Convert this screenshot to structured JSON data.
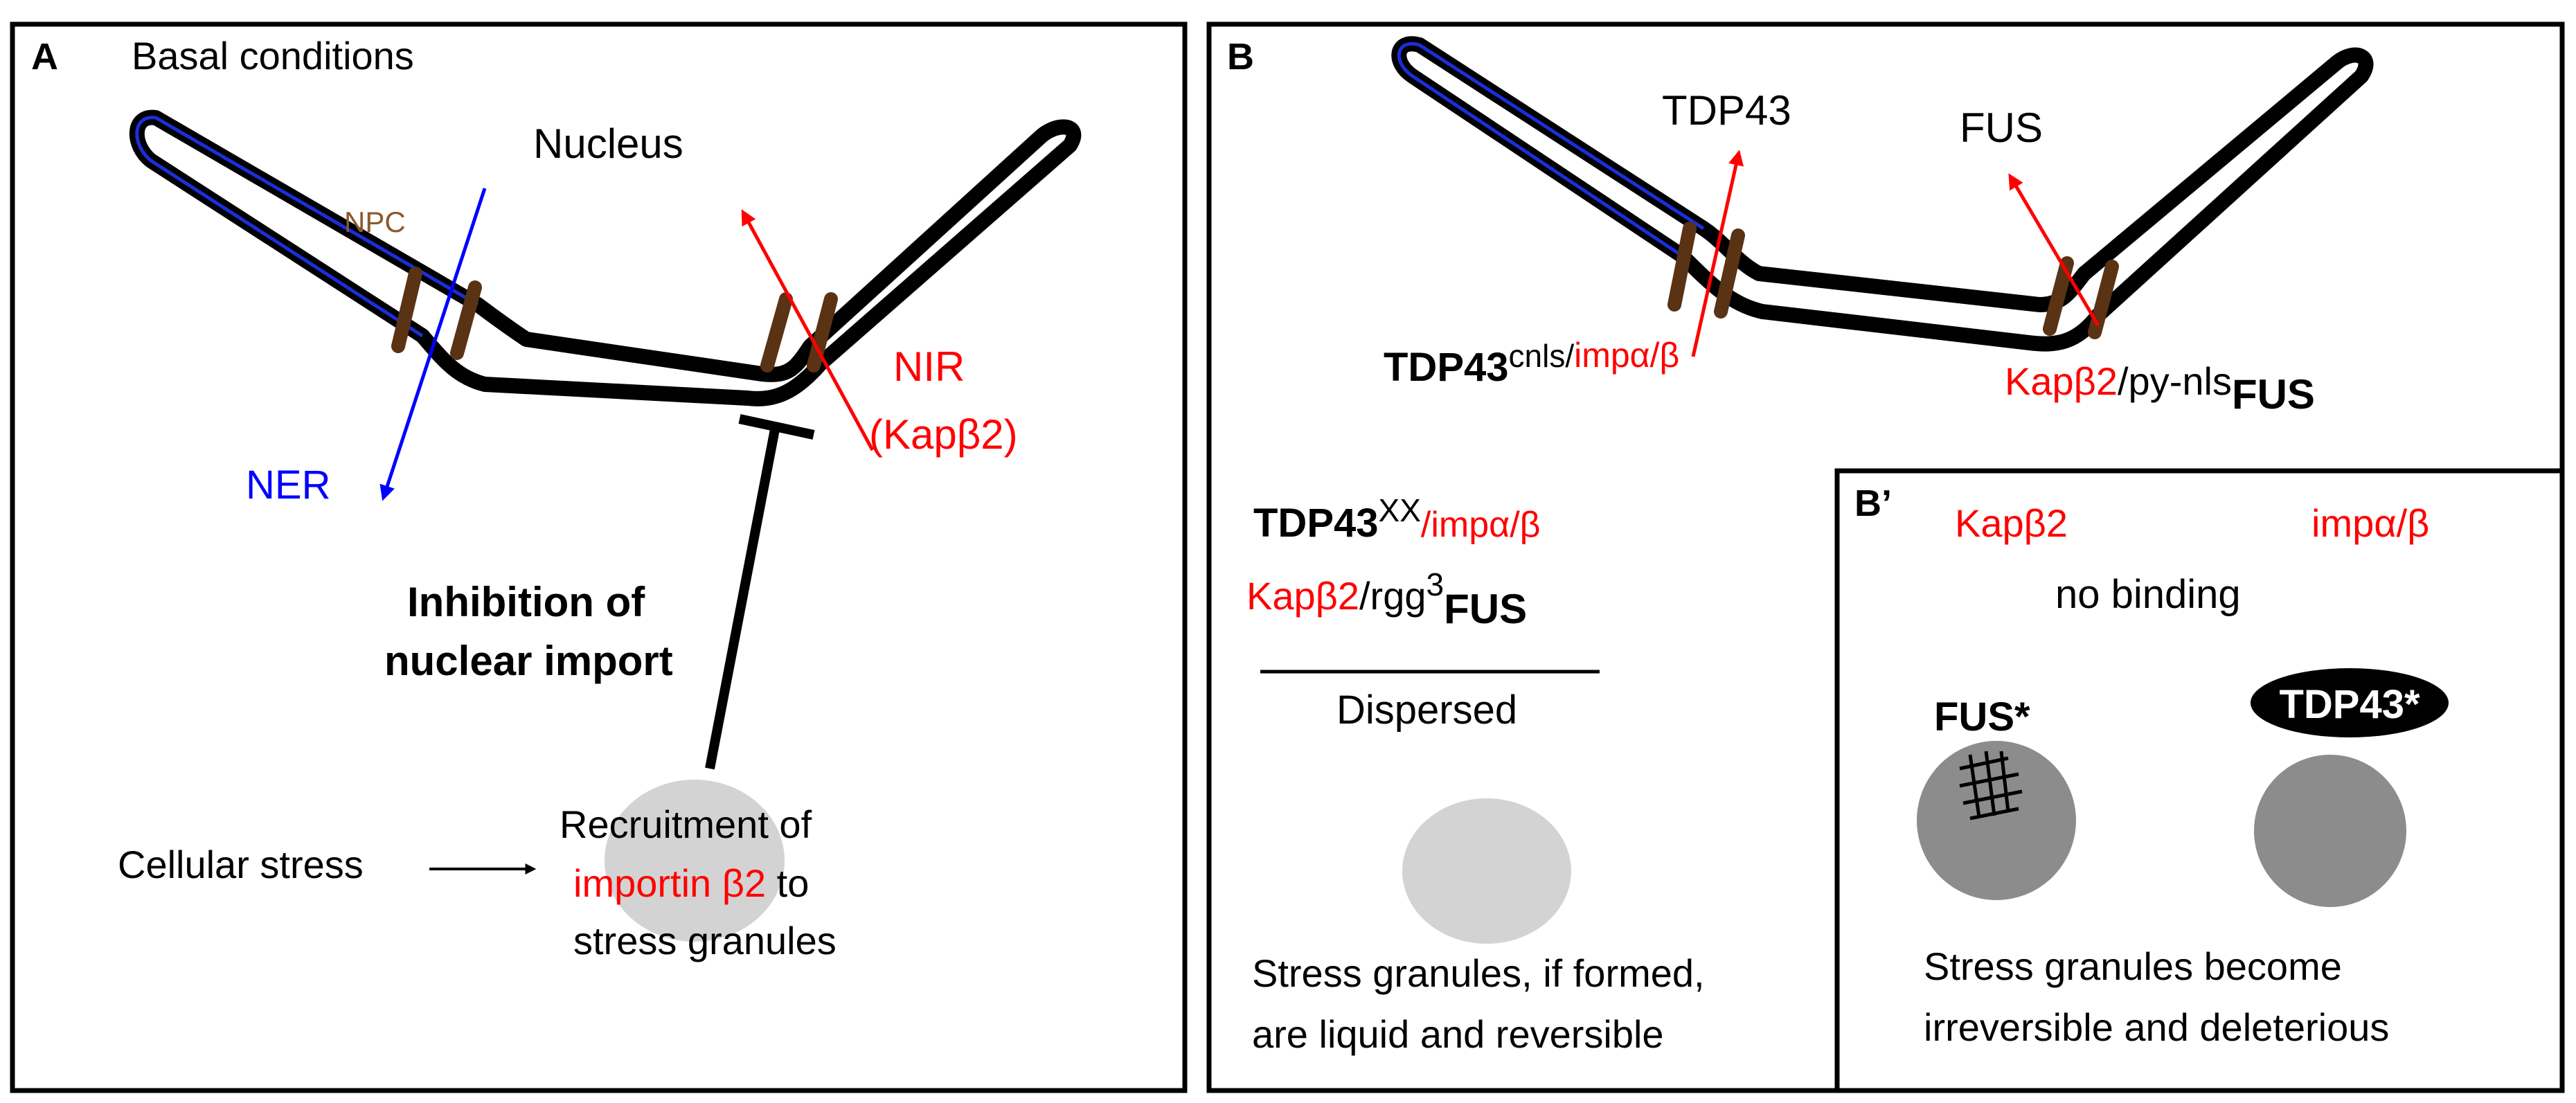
{
  "colors": {
    "black": "#000000",
    "red": "#ff0000",
    "blue": "#0000ff",
    "brown": "#5a3214",
    "npc_label": "#8b5a2b",
    "granule_light": "#d3d3d3",
    "granule_dark": "#8c8c8c"
  },
  "panel_a": {
    "letter": "A",
    "title": "Basal conditions",
    "nucleus": "Nucleus",
    "npc": "NPC",
    "ner": "NER",
    "nir_line1": "NIR",
    "nir_line2_prefix": "(Kap",
    "nir_line2_beta": "β2)",
    "inhibition_line1": "Inhibition of",
    "inhibition_line2": "nuclear import",
    "cellular_stress": "Cellular stress",
    "recruit_line1": "Recruitment of",
    "recruit_line2": "importin β2",
    "recruit_line2_suffix": " to",
    "recruit_line3": "stress granules"
  },
  "panel_b": {
    "letter": "B",
    "tdp43_top": "TDP43",
    "fus_top": "FUS",
    "tdp43_cnls_main": "TDP43",
    "tdp43_cnls_sup": "cnls/",
    "tdp43_cnls_imp": "impα/β",
    "kap_pynls_kap": "Kapβ2",
    "kap_pynls_mid": "/py-nls",
    "kap_pynls_fus": "FUS",
    "tdp43xx_main": "TDP43",
    "tdp43xx_sup": "XX",
    "tdp43xx_imp": "/impα/β",
    "kap_rgg_kap": "Kapβ2",
    "kap_rgg_mid": "/rgg",
    "kap_rgg_sup": "3",
    "kap_rgg_fus": "FUS",
    "dispersed": "Dispersed",
    "sg_line1": "Stress granules, if formed,",
    "sg_line2": "are liquid and reversible"
  },
  "panel_b_prime": {
    "letter": "B’",
    "kap": "Kapβ2",
    "imp": "impα/β",
    "no_binding": "no binding",
    "fus_star": "FUS*",
    "tdp43_star": "TDP43*",
    "sg_line1": "Stress granules become",
    "sg_line2": "irreversible and deleterious"
  }
}
